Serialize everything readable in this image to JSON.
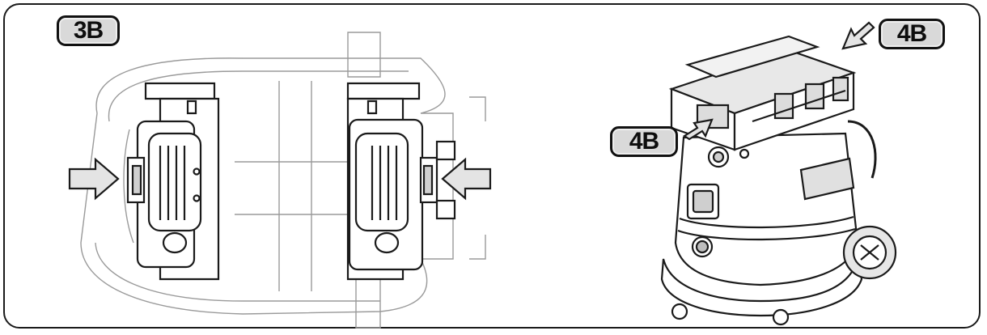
{
  "callouts": {
    "step_3b": "3B",
    "step_4b_top": "4B",
    "step_4b_side": "4B"
  },
  "colors": {
    "ink": "#1a1a1a",
    "faint_outline": "#9a9a9a",
    "label_fill": "#d9d9d9"
  },
  "icons": {
    "arrow": "push-arrow-icon"
  }
}
